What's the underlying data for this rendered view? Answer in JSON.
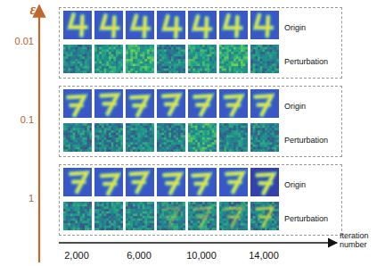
{
  "diagram": {
    "nodes": [
      {
        "text": [
          "Origin",
          "Perturbation"
        ]
      },
      {
        "text": [
          "Origin",
          "Perturbation"
        ]
      },
      {
        "text": [
          "Origin",
          "Perturbation"
        ]
      }
    ],
    "labels": [
      "ε",
      "0.01",
      "0.1",
      "1",
      "2,000",
      "6,000",
      "10,000",
      "14,000",
      "Iteration number"
    ]
  }
}
